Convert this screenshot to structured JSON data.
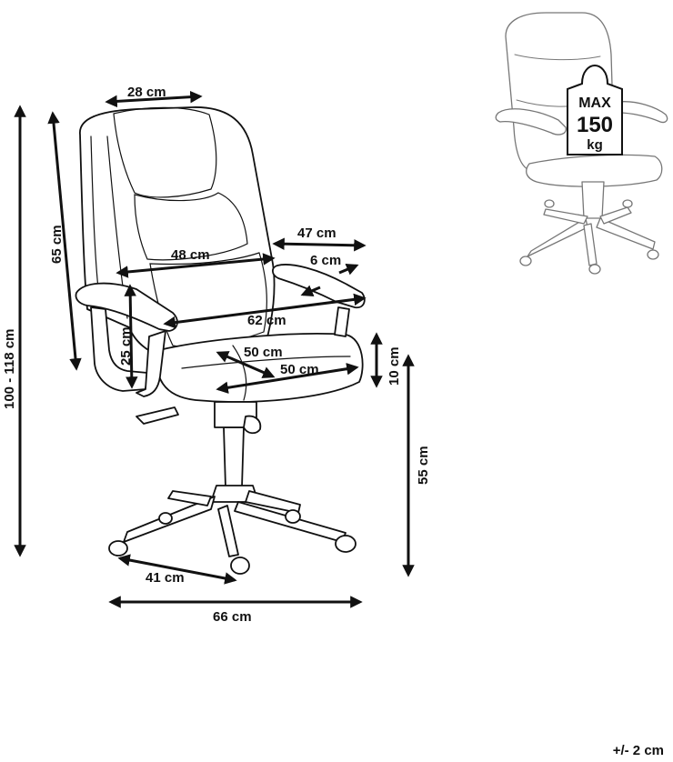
{
  "dimensions": {
    "headrest_width": "28 cm",
    "backrest_height": "65 cm",
    "total_height": "100 - 118 cm",
    "backrest_width": "48 cm",
    "armrest_depth": "47 cm",
    "armrest_width": "6 cm",
    "width_armrests": "62 cm",
    "armrest_height": "25 cm",
    "seat_depth": "50 cm",
    "seat_width": "50 cm",
    "seat_thickness": "10 cm",
    "seat_height": "55 cm",
    "base_radius": "41 cm",
    "base_width": "66 cm"
  },
  "capacity_badge": {
    "line1": "MAX",
    "line2": "150",
    "line3": "kg"
  },
  "tolerance": "+/- 2 cm"
}
